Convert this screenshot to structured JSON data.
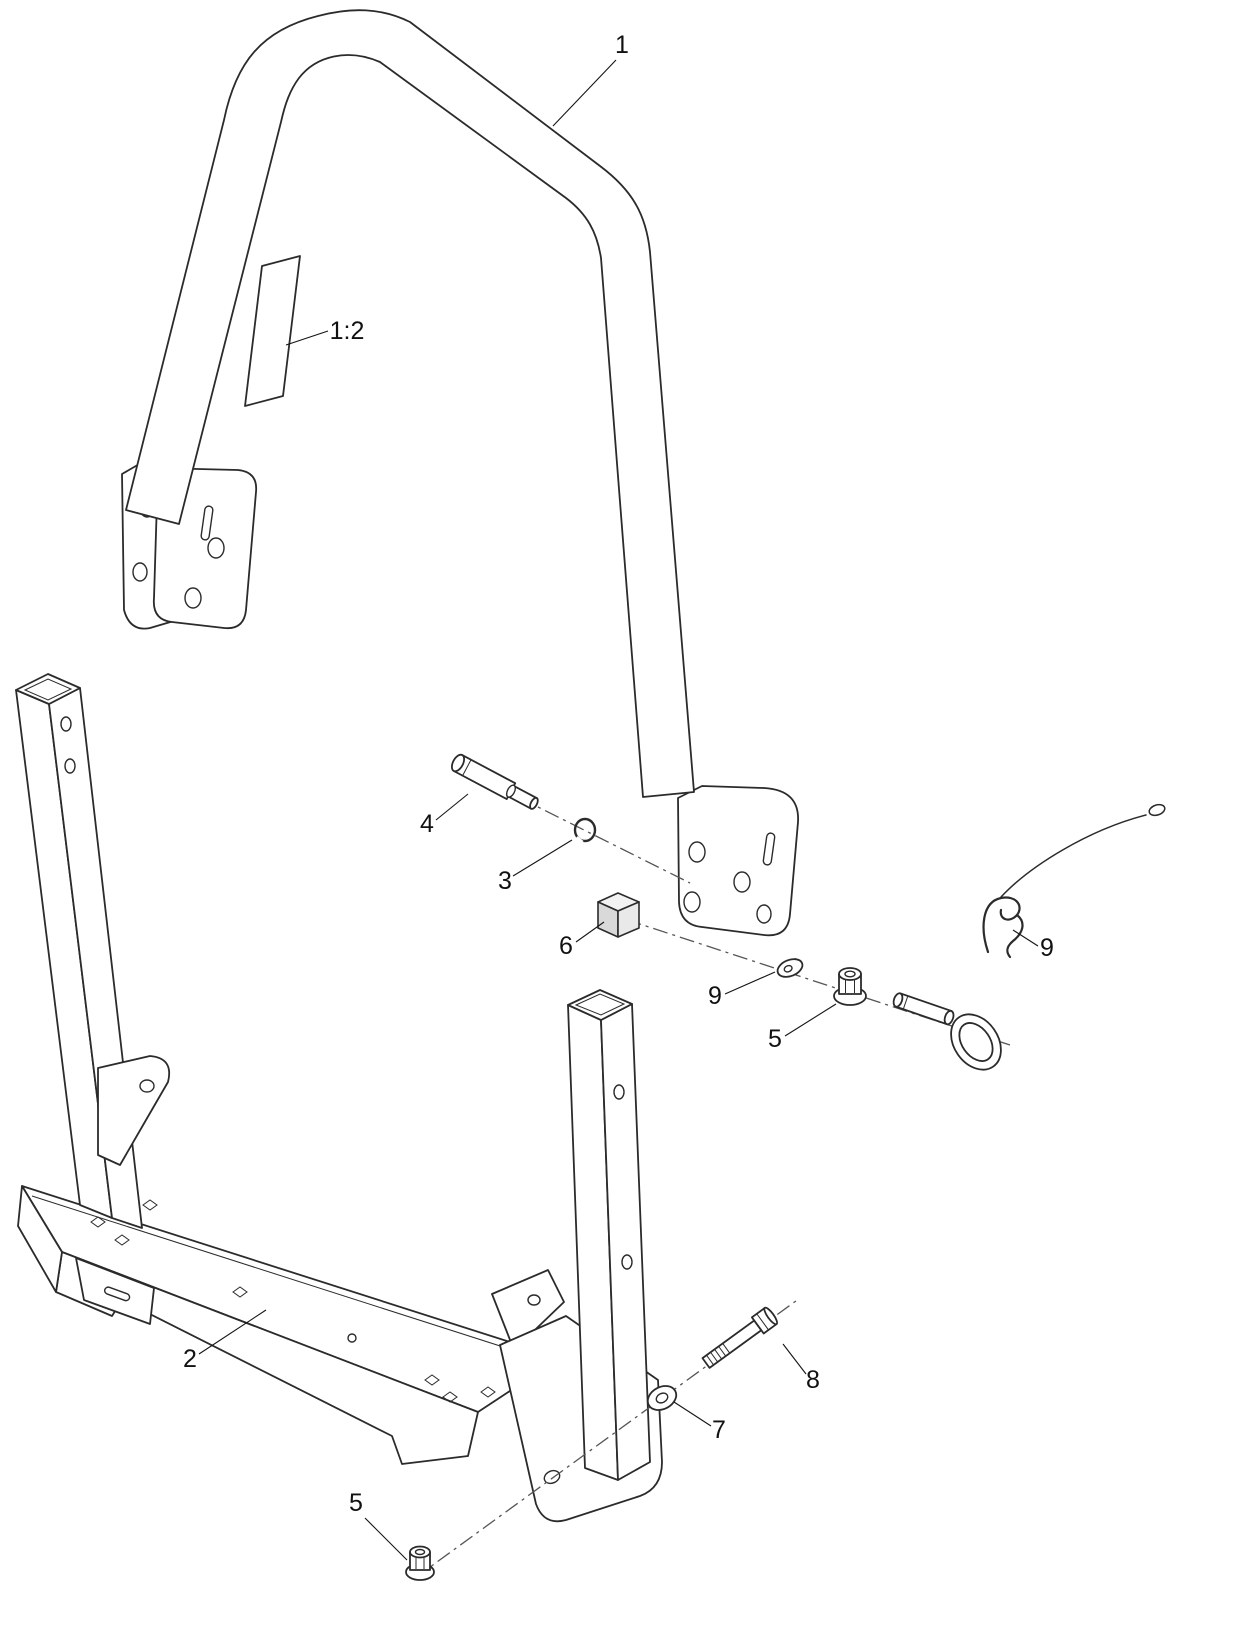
{
  "figure": {
    "type": "exploded-parts-diagram",
    "background": "#ffffff",
    "line_color": "#2b2b2b",
    "dash_color": "#555555",
    "callouts": {
      "part1": "1",
      "decal": "1:2",
      "part2": "2",
      "part3": "3",
      "part4": "4",
      "part5_upper": "5",
      "part5_lower": "5",
      "part6": "6",
      "part7": "7",
      "part8": "8",
      "part9_left": "9",
      "part9_right": "9"
    }
  }
}
